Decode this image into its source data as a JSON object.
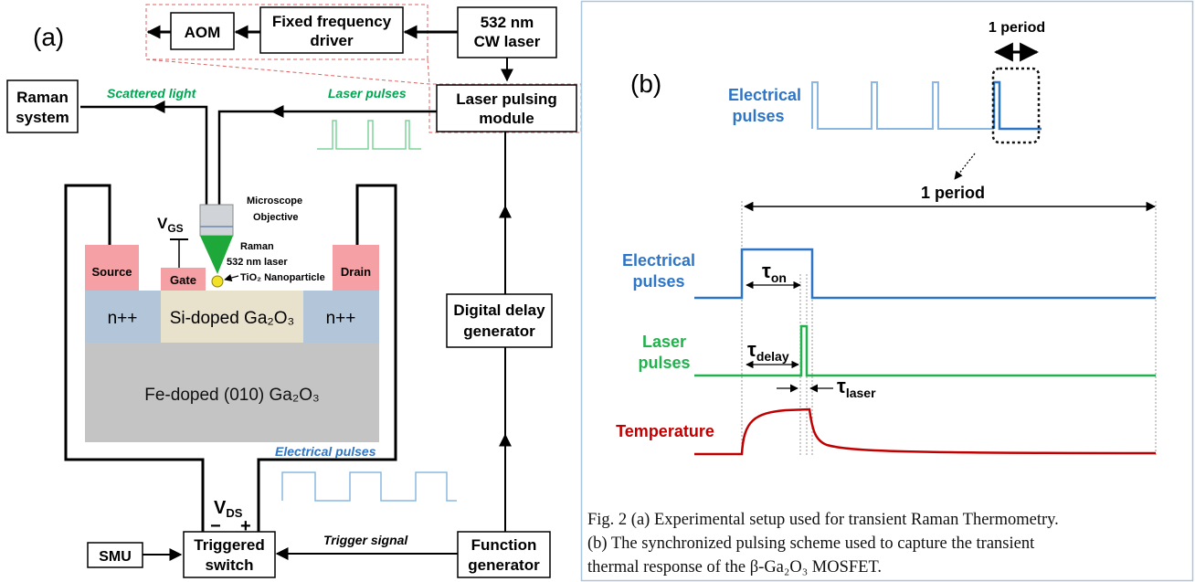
{
  "panel_a": {
    "label": "(a)",
    "boxes": {
      "aom": "AOM",
      "fixed_driver": [
        "Fixed frequency",
        "driver"
      ],
      "cw_laser": [
        "532 nm",
        "CW laser"
      ],
      "raman_system": [
        "Raman",
        "system"
      ],
      "laser_pulsing": [
        "Laser pulsing",
        "module"
      ],
      "delay_gen": [
        "Digital delay",
        "generator"
      ],
      "function_gen": [
        "Function",
        "generator"
      ],
      "trig_switch": [
        "Triggered",
        "switch"
      ],
      "smu": "SMU"
    },
    "signals": {
      "scattered": "Scattered light",
      "laser_pulses": "Laser pulses",
      "electrical_pulses": "Electrical pulses",
      "trigger": "Trigger signal"
    },
    "device": {
      "source": "Source",
      "gate": "Gate",
      "drain": "Drain",
      "n_left": "n++",
      "n_right": "n++",
      "channel": "Si-doped Ga₂O₃",
      "substrate": "Fe-doped (010) Ga₂O₃",
      "objective": [
        "Microscope",
        "Objective"
      ],
      "raman_laser": [
        "Raman",
        "532 nm laser"
      ],
      "nanoparticle": "TiO₂ Nanoparticle",
      "vgs": "V",
      "vgs_sub": "GS",
      "vds": "V",
      "vds_sub": "DS",
      "minus": "−",
      "plus": "+"
    }
  },
  "panel_b": {
    "label": "(b)",
    "one_period_top": "1 period",
    "one_period_main": "1 period",
    "electrical_top": [
      "Electrical",
      "pulses"
    ],
    "electrical": [
      "Electrical",
      "pulses"
    ],
    "laser": [
      "Laser",
      "pulses"
    ],
    "temperature": "Temperature",
    "tau": "τ",
    "tau_on": "on",
    "tau_delay": "delay",
    "tau_laser": "laser"
  },
  "caption": [
    "Fig. 2 (a) Experimental setup used for transient Raman Thermometry.",
    "(b) The synchronized pulsing scheme used to capture the transient",
    "thermal response of the β-Ga₂O₃ MOSFET."
  ],
  "colors": {
    "electrical": "#2e75c6",
    "laser": "#22b14c",
    "temperature": "#c00000",
    "scattered": "#00a651",
    "pulse_light_blue": "#8ab8e0",
    "pulse_light_green": "#7ed39a",
    "pad_pink": "#f4a0a4",
    "nplus_blue": "#b3c6d9",
    "channel_beige": "#e8e2cc",
    "substrate_gray": "#c4c4c4",
    "frame_border": "#a8c6e0",
    "dashed_red": "#e06060"
  }
}
